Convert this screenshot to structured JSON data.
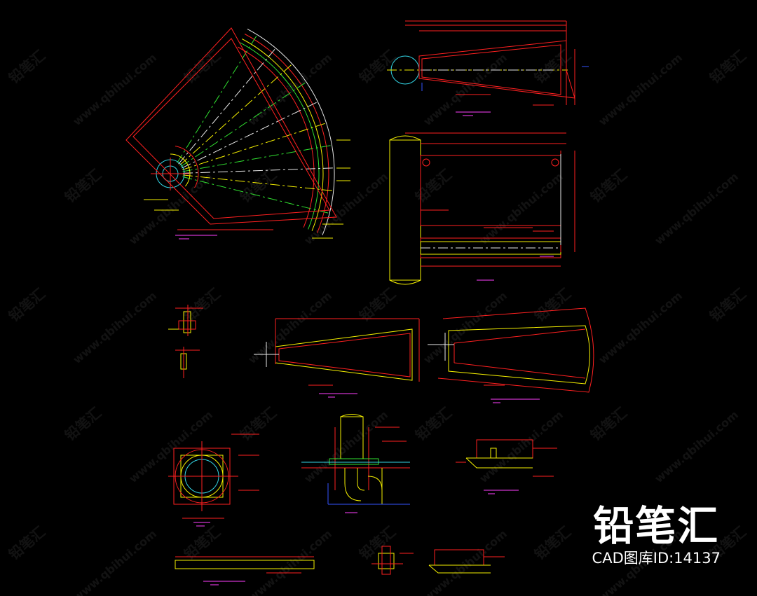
{
  "drawing": {
    "background": "#000000",
    "colors": {
      "red": "#ff2020",
      "yellow": "#f5f000",
      "white": "#e8e8e8",
      "cyan": "#33d6e6",
      "green": "#30e030",
      "magenta": "#ff40ff",
      "blue": "#3355ff"
    }
  },
  "watermark": {
    "brand": "铅笔汇",
    "caption": "CAD图库ID:14137",
    "tile_text": "铅笔汇",
    "url_text": "www.qbihui.com"
  }
}
